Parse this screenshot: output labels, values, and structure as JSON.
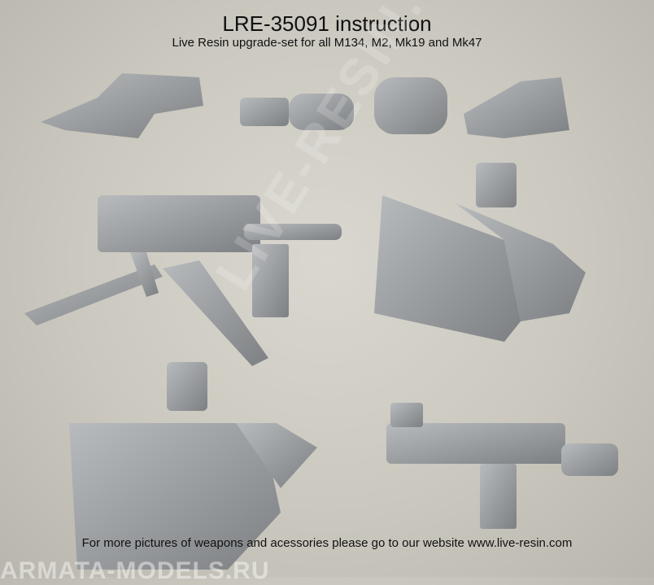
{
  "header": {
    "title": "LRE-35091 instruction",
    "subtitle": "Live Resin upgrade-set for all M134, M2, Mk19 and Mk47"
  },
  "footer": {
    "text": "For more pictures of weapons and acessories please go to our website www.live-resin.com"
  },
  "watermarks": {
    "bottom_left": "ARMATA-MODELS.RU",
    "diagonal": "LIVE-RESIN.COM"
  },
  "colors": {
    "background": "#cfccc4",
    "part_gray": "#9a9d9f",
    "text": "#111111"
  }
}
